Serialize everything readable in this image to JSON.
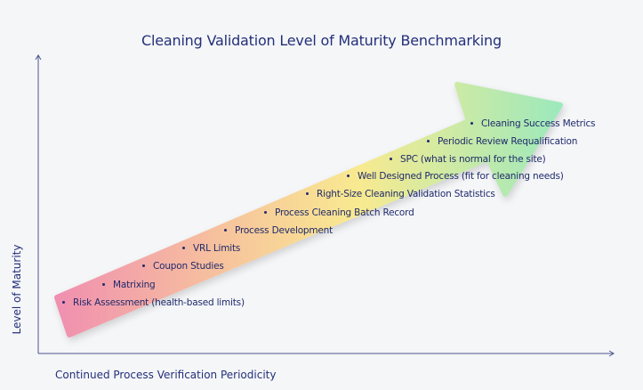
{
  "title": "Cleaning Validation Level of Maturity Benchmarking",
  "y_axis_label": "Level of Maturity",
  "x_axis_label": "Continued Process Verification Periodicity",
  "colors": {
    "text": "#1f2a6b",
    "axis": "#4a5690",
    "gradient_start": "#f08fb0",
    "gradient_mid1": "#f7c69c",
    "gradient_mid2": "#f8ea90",
    "gradient_end": "#9ce9bc"
  },
  "items": [
    "Risk Assessment (health-based limits)",
    "Matrixing",
    "Coupon Studies",
    "VRL Limits",
    "Process Development",
    "Process Cleaning Batch Record",
    "Right-Size Cleaning Validation Statistics",
    "Well Designed Process (fit for cleaning needs)",
    "SPC (what is normal for the site)",
    "Periodic Review Requalification",
    "Cleaning Success Metrics"
  ]
}
